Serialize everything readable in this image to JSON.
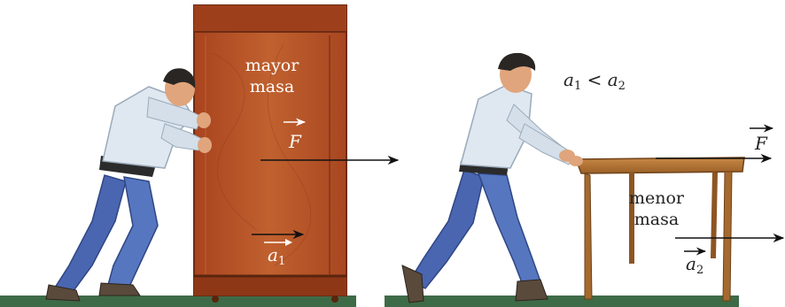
{
  "left_panel": {
    "cabinet_label_line1": "mayor",
    "cabinet_label_line2": "masa",
    "force_symbol": "F",
    "accel_symbol": "a",
    "accel_subscript": "1"
  },
  "right_panel": {
    "relation": {
      "a": "a",
      "sub1": "1",
      "op": "<",
      "b": "a",
      "sub2": "2"
    },
    "table_label_line1": "menor",
    "table_label_line2": "masa",
    "force_symbol": "F",
    "accel_symbol": "a",
    "accel_subscript": "2"
  },
  "colors": {
    "floor": "#3e6b47",
    "cabinet": "#b5532a",
    "cabinet_dark": "#7a2f14",
    "table": "#b07435",
    "shirt": "#dfe8f0",
    "jeans": "#4a66b0",
    "skin": "#e0a57c",
    "hair": "#2a2624",
    "arrow": "#111111"
  }
}
